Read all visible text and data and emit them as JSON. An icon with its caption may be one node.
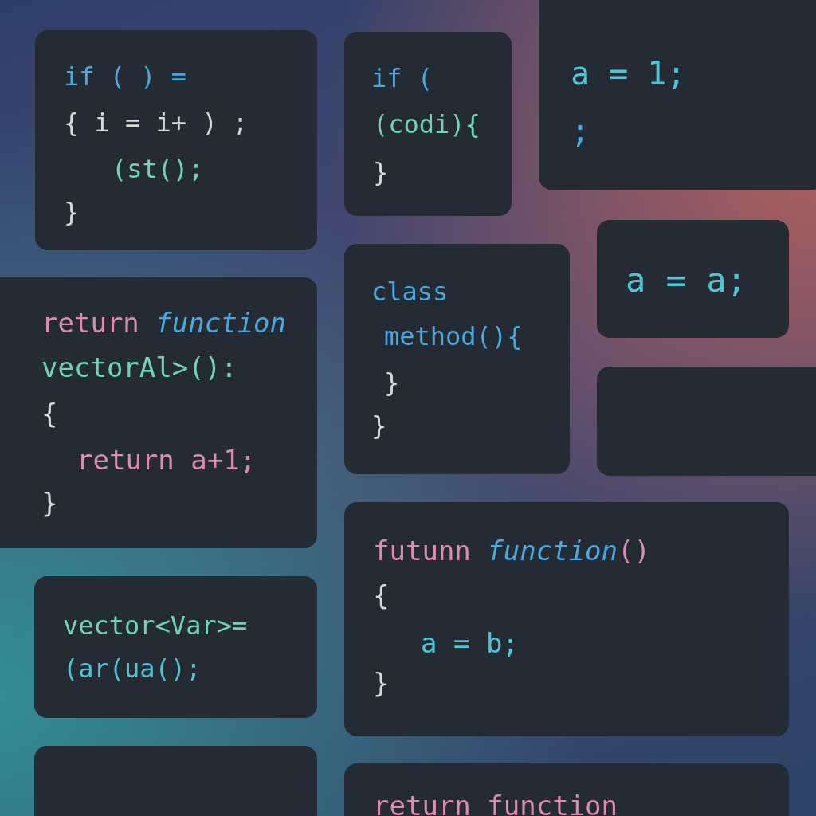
{
  "diagram": {
    "nodes": [
      {
        "text": [
          "if ( ) =",
          "{  i = i+ ) ;",
          "(st();",
          "}"
        ]
      },
      {
        "text": [
          "if (",
          "(codi){",
          "}"
        ]
      },
      {
        "text": [
          "a = 1;",
          ";"
        ]
      },
      {
        "text": [
          "return *function*",
          "vectorAl>():",
          "{",
          "return a+1;",
          "}"
        ]
      },
      {
        "text": [
          "class",
          "method(){",
          "}",
          "}"
        ]
      },
      {
        "text": [
          "a = a;"
        ]
      },
      {
        "text": [],
        "shape": "box"
      },
      {
        "text": [
          "vector<Var>=",
          "(ar(ua();"
        ]
      },
      {
        "text": [
          "futunn *function*()",
          "{",
          "a = b;",
          "}"
        ]
      },
      {
        "text": [],
        "shape": "box"
      },
      {
        "text": [
          "return function"
        ]
      }
    ]
  }
}
